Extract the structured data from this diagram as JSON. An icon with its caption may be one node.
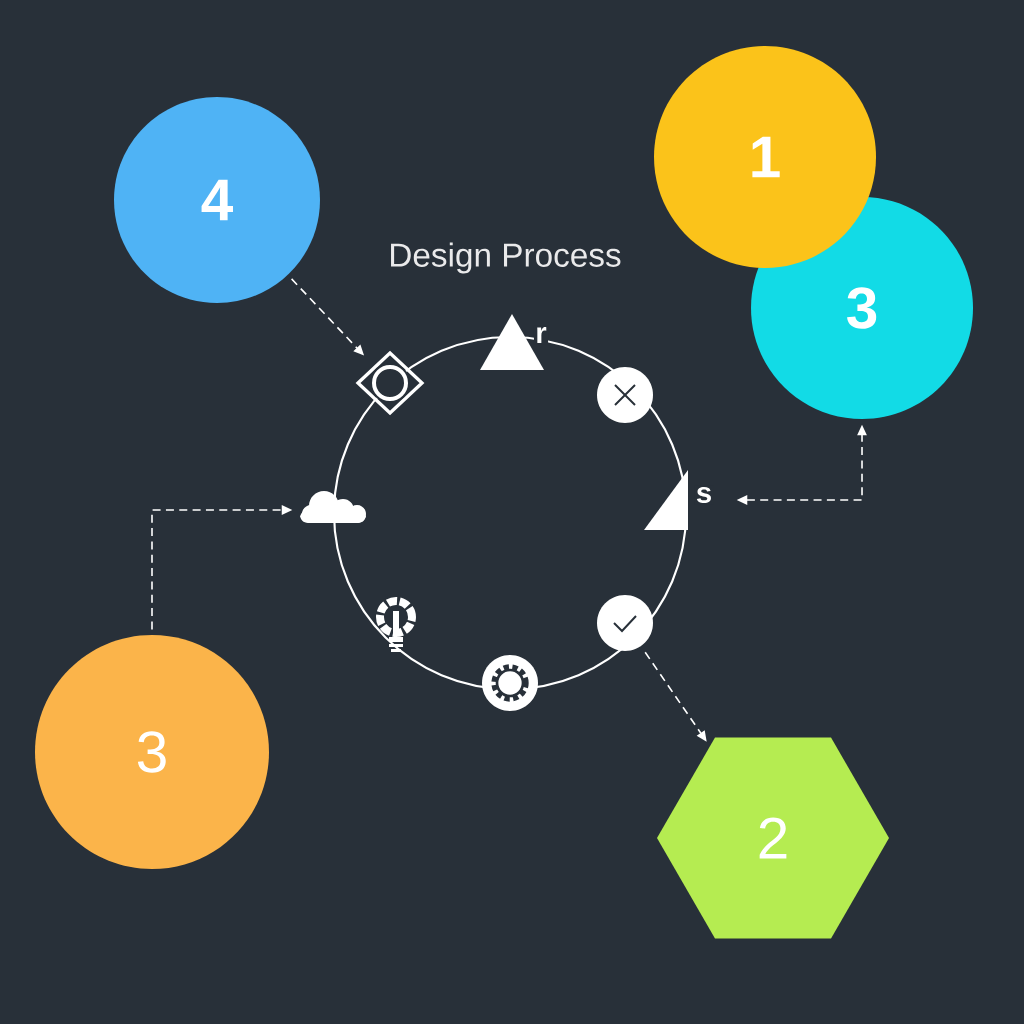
{
  "diagram": {
    "title": "Design Process",
    "nodes": [
      {
        "text": [
          "4"
        ]
      },
      {
        "text": [
          "1"
        ]
      },
      {
        "text": [
          "3"
        ]
      },
      {
        "text": [
          "3"
        ]
      },
      {
        "text": [
          "2"
        ]
      },
      {
        "text": [],
        "shape": "picture"
      },
      {
        "text": [],
        "shape": "triangle",
        "beside": [
          "r"
        ]
      },
      {
        "text": [],
        "shape": "picture"
      },
      {
        "text": [],
        "shape": "triangle",
        "beside": [
          "s"
        ]
      },
      {
        "text": [],
        "shape": "picture"
      },
      {
        "text": [],
        "shape": "picture"
      },
      {
        "text": [],
        "shape": "picture"
      },
      {
        "text": [],
        "shape": "cloud"
      }
    ],
    "edges": [
      {
        "from": 0,
        "to": 5,
        "arrow": "to",
        "style": "dashed"
      },
      {
        "from": 3,
        "to": 12,
        "arrow": "to",
        "style": "dashed"
      },
      {
        "from": 8,
        "to": 2,
        "arrow": "both",
        "style": "dashed"
      },
      {
        "from": 9,
        "to": 4,
        "arrow": "to",
        "style": "dashed"
      }
    ]
  }
}
